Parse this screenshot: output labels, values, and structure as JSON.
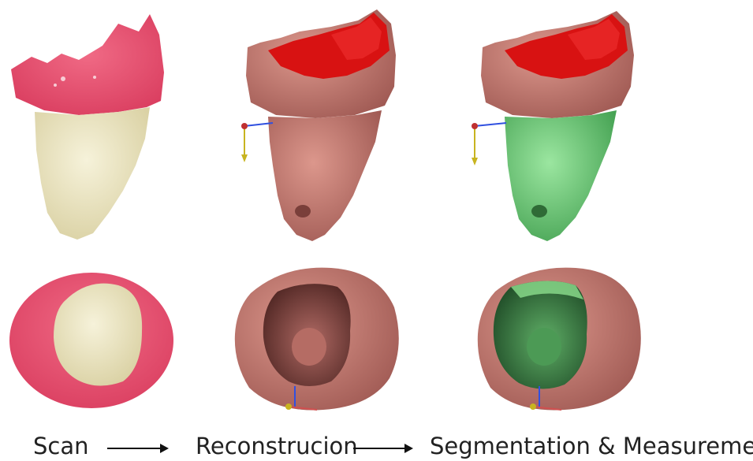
{
  "stages": [
    {
      "label": "Scan"
    },
    {
      "label": "Reconstrucion"
    },
    {
      "label": "Segmentation & Measurement"
    }
  ],
  "colors": {
    "scan_gum": "#e8516f",
    "scan_tooth": "#ece6c4",
    "recon_surface": "#c47d74",
    "recon_dark": "#7a3f3a",
    "cut_red": "#e01414",
    "seg_green": "#6fcf7a",
    "axis_blue": "#3050e0",
    "axis_yellow": "#c8b420"
  }
}
